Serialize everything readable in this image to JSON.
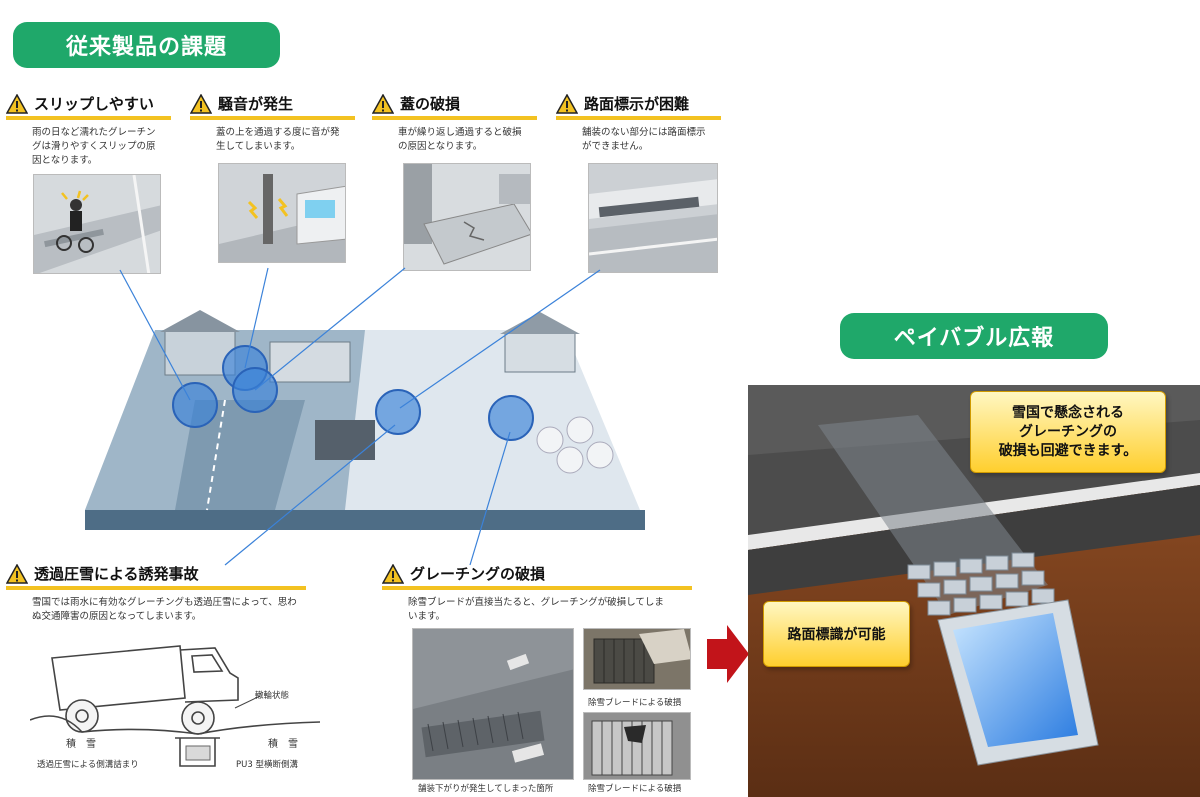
{
  "left_heading": "従来製品の課題",
  "right_heading": "ペイバブル広報",
  "issues": [
    {
      "title": "スリップしやすい",
      "desc": "雨の日など濡れたグレーチングは滑りやすくスリップの原因となります。"
    },
    {
      "title": "騒音が発生",
      "desc": "蓋の上を通過する度に音が発生してしまいます。"
    },
    {
      "title": "蓋の破損",
      "desc": "車が繰り返し通過すると破損の原因となります。"
    },
    {
      "title": "路面標示が困難",
      "desc": "舗装のない部分には路面標示ができません。"
    },
    {
      "title": "透過圧雪による誘発事故",
      "desc": "雪国では雨水に有効なグレーチングも透過圧雪によって、思わぬ交通障害の原因となってしまいます。"
    },
    {
      "title": "グレーチングの破損",
      "desc": "除雪ブレードが直接当たると、グレーチングが破損してしまいます。"
    }
  ],
  "truck_labels": {
    "rut": "轍輪状態",
    "snow_left": "積　雪",
    "snow_right": "積　雪",
    "blocked": "透過圧雪による側溝詰まり",
    "pu3": "PU3 型横断側溝"
  },
  "photo_captions": {
    "pavement": "舗装下がりが発生してしまった箇所",
    "damage_1": "除雪ブレードによる破損",
    "damage_2": "除雪ブレードによる破損"
  },
  "callouts": {
    "top_line1": "雪国で懸念される",
    "top_line2": "グレーチングの",
    "top_line3": "破損も回避できます。",
    "marking": "路面標識が可能"
  },
  "colors": {
    "accent_green": "#1fa86a",
    "warning_yellow": "#f3c221",
    "callout_yellow": "#ffcf2e",
    "arrow_red": "#c2141a"
  }
}
